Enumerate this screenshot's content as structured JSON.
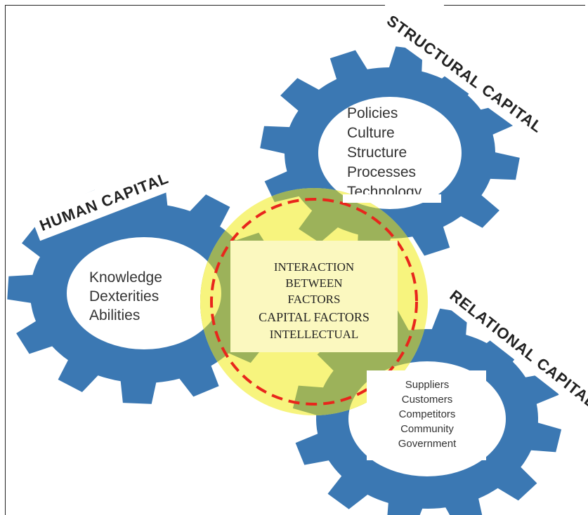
{
  "colors": {
    "gear": "#3b78b3",
    "gear_inner": "#ffffff",
    "center_fill": "#f7f47e",
    "center_overlap": "#9cb25a",
    "center_box": "#fbf8bf",
    "dashed_border": "#e8261c"
  },
  "structural": {
    "title": "STRUCTURAL CAPITAL",
    "items": [
      "Policies",
      "Culture",
      "Structure",
      "Processes",
      "Technology"
    ]
  },
  "human": {
    "title": "HUMAN CAPITAL",
    "items": [
      "Knowledge",
      "Dexterities",
      "Abilities"
    ]
  },
  "relational": {
    "title": "RELATIONAL CAPITAL",
    "items": [
      "Suppliers",
      "Customers",
      "Competitors",
      "Community",
      "Government"
    ]
  },
  "center": {
    "lines": [
      "INTERACTION",
      "BETWEEN",
      "FACTORS",
      "CAPITAL FACTORS",
      "INTELLECTUAL"
    ]
  }
}
